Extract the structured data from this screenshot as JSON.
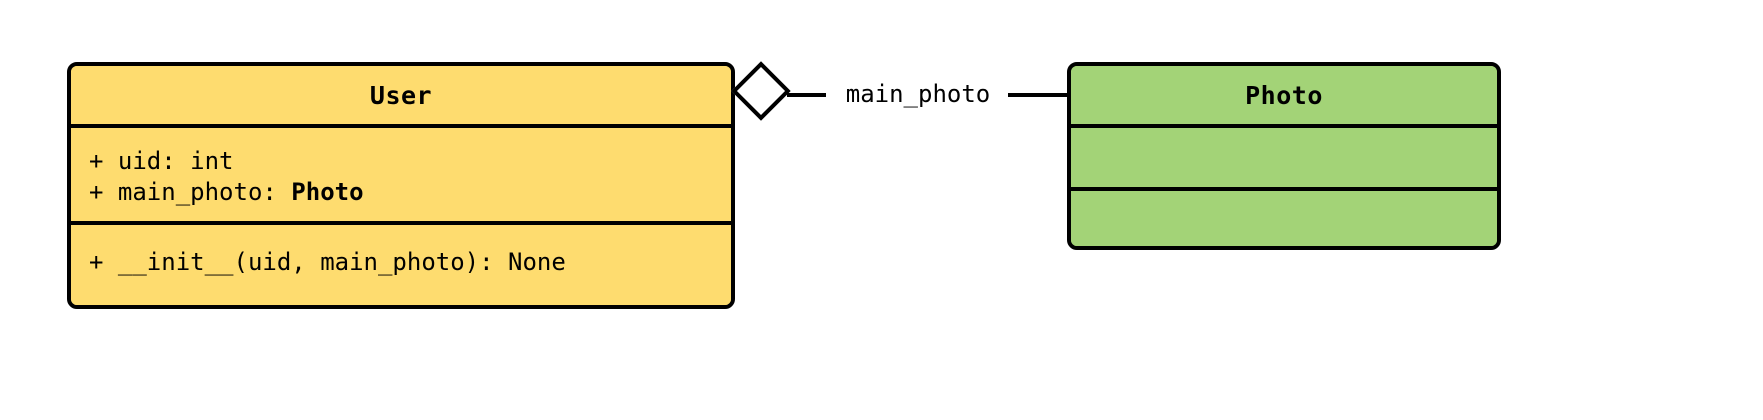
{
  "diagram": {
    "type": "uml-class-diagram",
    "background": "#ffffff",
    "border_color": "#000000"
  },
  "classes": [
    {
      "id": "user",
      "name": "User",
      "fill": "#FEDC6F",
      "attributes": [
        {
          "visibility": "+",
          "text": "+ uid: int",
          "plain": "+ uid: ",
          "type": "int",
          "type_bold": false
        },
        {
          "visibility": "+",
          "text": "+ main_photo: Photo",
          "plain": "+ main_photo: ",
          "type": "Photo",
          "type_bold": true
        }
      ],
      "methods": [
        {
          "visibility": "+",
          "text": "+ __init__(uid, main_photo): None"
        }
      ]
    },
    {
      "id": "photo",
      "name": "Photo",
      "fill": "#A3D377",
      "attributes": [],
      "methods": []
    }
  ],
  "relationship": {
    "kind": "aggregation",
    "source": "User",
    "target": "Photo",
    "label": "main_photo",
    "source_decoration": "hollow-diamond",
    "target_decoration": "none"
  }
}
